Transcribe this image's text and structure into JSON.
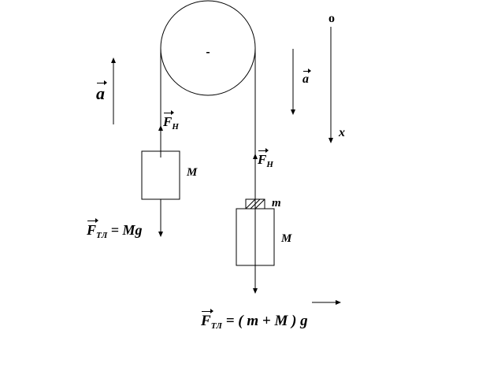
{
  "labels": {
    "origin": "o",
    "x_axis": "x",
    "accel_left": "a",
    "accel_right": "a",
    "tension_left": {
      "base": "F",
      "sub": "H"
    },
    "tension_right": {
      "base": "F",
      "sub": "H"
    },
    "mass_left": "M",
    "mass_right": "M",
    "small_mass": "m",
    "gravity_left": {
      "base": "F",
      "sub": "ТЛ",
      "rhs": "= Mg"
    },
    "gravity_right": {
      "base": "F",
      "sub": "ТЛ",
      "rhs": "= ( m + M ) g"
    }
  }
}
